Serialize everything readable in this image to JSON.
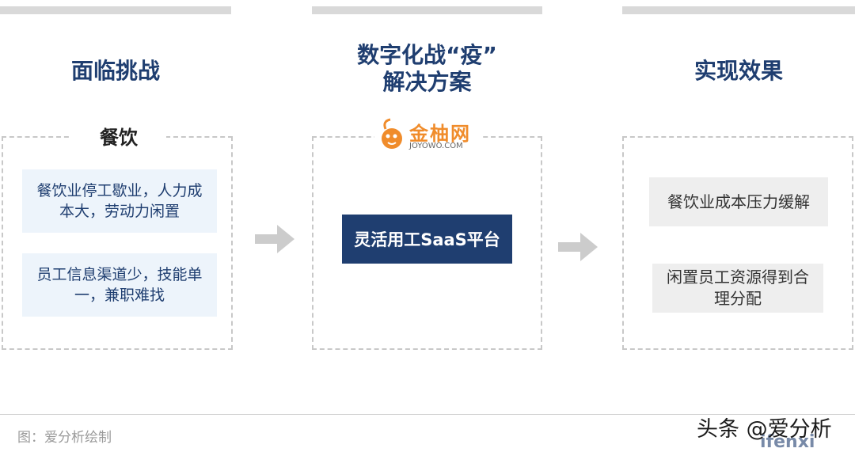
{
  "columns": {
    "challenge": {
      "title": "面临挑战",
      "panel_label": "餐饮",
      "items": [
        "餐饮业停工歇业，人力成本大，劳动力闲置",
        "员工信息渠道少，技能单一，兼职难找"
      ]
    },
    "solution": {
      "title_line1": "数字化战“疫”",
      "title_line2": "解决方案",
      "logo_text": "金柚网",
      "logo_sub": "JOYOWO.COM",
      "platform": "灵活用工SaaS平台"
    },
    "result": {
      "title": "实现效果",
      "items": [
        "餐饮业成本压力缓解",
        "闲置员工资源得到合理分配"
      ]
    }
  },
  "footer": {
    "source": "图：爱分析绘制",
    "watermark": "头条 @爱分析",
    "watermark_sub": "ifenxi"
  },
  "colors": {
    "navy": "#1f3e70",
    "light_blue": "#edf4fb",
    "light_gray": "#eeeeee",
    "dash_gray": "#c8c8c8",
    "arrow_gray": "#cccccc",
    "logo_orange": "#f08c2b"
  }
}
